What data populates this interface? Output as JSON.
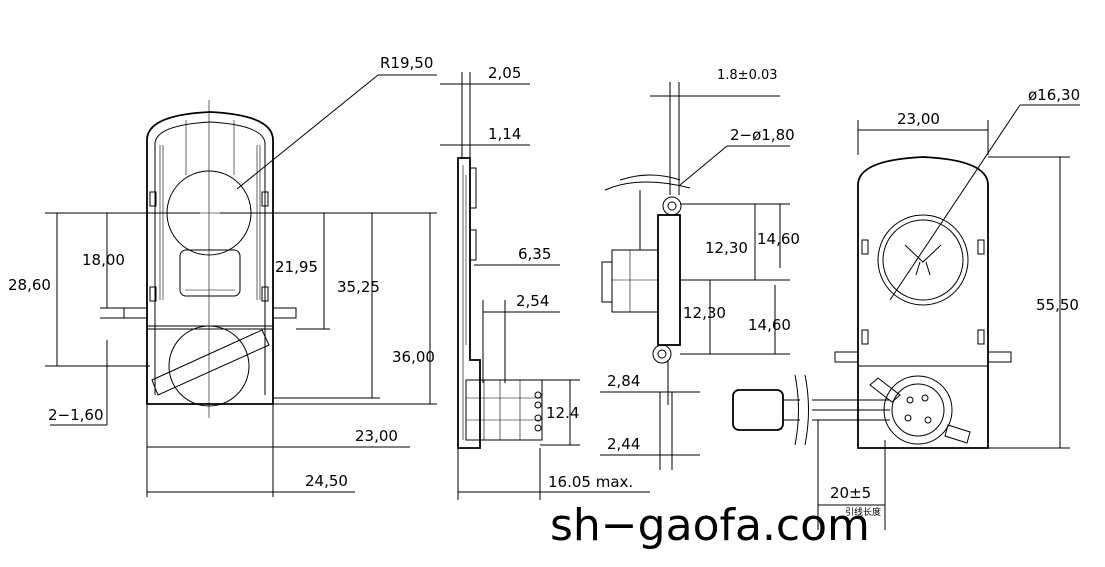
{
  "dimensions": {
    "front": {
      "radius": "R19,50",
      "d_18_00": "18,00",
      "d_28_60": "28,60",
      "d_21_95": "21,95",
      "d_35_25": "35,25",
      "d_36_00": "36,00",
      "holes": "2−1,60",
      "width_23": "23,00",
      "width_24_5": "24,50"
    },
    "side": {
      "d_2_05": "2,05",
      "d_1_14": "1,14",
      "d_6_35": "6,35",
      "d_2_54": "2,54",
      "d_16_05": "16.05  max.",
      "d_12_4": "12.4"
    },
    "profile": {
      "tolerance": "1.8±0.03",
      "holes": "2−ø1,80",
      "d_12_30_a": "12,30",
      "d_14_60_a": "14,60",
      "d_12_30_b": "12,30",
      "d_14_60_b": "14,60",
      "d_2_84": "2,84",
      "d_2_44": "2,44"
    },
    "rear": {
      "diameter": "ø16,30",
      "width_23": "23,00",
      "height": "55,50",
      "lead": "20±5",
      "lead_note": "引线长度"
    }
  },
  "watermark": "sh−gaofa.com"
}
